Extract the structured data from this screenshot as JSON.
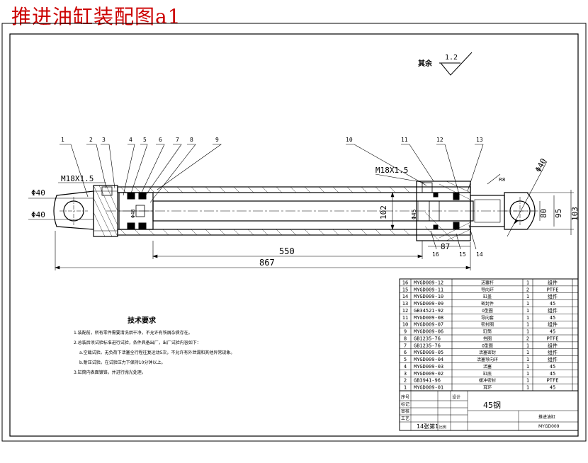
{
  "title": "推进油缸装配图a1",
  "title_color": "#cc0000",
  "roughness": {
    "label": "其余",
    "value": "1.2"
  },
  "dimensions": {
    "thread_left": "M18X1.5",
    "thread_right": "M18X1.5",
    "dia_40_upper": "Φ40",
    "dia_40_lower": "Φ40",
    "dia_40_right": "Φ40",
    "rod_dia": "Φ45",
    "piston_dia": "Φ48",
    "bore_102": "102",
    "len_550": "550",
    "len_867": "867",
    "len_87": "87",
    "h_80": "80",
    "h_95": "95",
    "h_103": "103",
    "r_label": "R8"
  },
  "callouts_top": [
    "1",
    "2",
    "3",
    "4",
    "5",
    "6",
    "7",
    "8",
    "9",
    "10",
    "11",
    "12",
    "13"
  ],
  "callouts_bottom": [
    "16",
    "15",
    "14"
  ],
  "tech_requirements": {
    "heading": "技术要求",
    "items": [
      "1.装配前，所有零件需要清洗烘干净，不允许有铁屑杂质存在。",
      "2.总装后须试验标准进行试验，条件具备出厂，出厂试验内容如下：",
      "a.空载试验。无负荷下活塞全行程往复运动5次，不允许有外泄漏和其他异常现象。",
      "b.耐压试验。在试验压力下保持10分钟以上。",
      "3.缸筒内表面镀铬，并进行抛光处理。"
    ]
  },
  "parts_list": [
    {
      "no": "16",
      "code": "MYGD009-12",
      "name": "活塞杆",
      "qty": "1",
      "material": "组件"
    },
    {
      "no": "15",
      "code": "MYGD009-11",
      "name": "导向环",
      "qty": "2",
      "material": "PTFE"
    },
    {
      "no": "14",
      "code": "MYGD009-10",
      "name": "缸盖",
      "qty": "1",
      "material": "组件"
    },
    {
      "no": "13",
      "code": "MYGD009-09",
      "name": "密封件",
      "qty": "1",
      "material": "45"
    },
    {
      "no": "12",
      "code": "GB34521-92",
      "name": "O型圈",
      "qty": "1",
      "material": "组件"
    },
    {
      "no": "11",
      "code": "MYGD009-08",
      "name": "导向套",
      "qty": "1",
      "material": "45"
    },
    {
      "no": "10",
      "code": "MYGD009-07",
      "name": "密封圈",
      "qty": "1",
      "material": "组件"
    },
    {
      "no": "9",
      "code": "MYGD009-06",
      "name": "缸筒",
      "qty": "1",
      "material": "45"
    },
    {
      "no": "8",
      "code": "GB1235-76",
      "name": "挡圈",
      "qty": "2",
      "material": "PTFE"
    },
    {
      "no": "7",
      "code": "GB1235-76",
      "name": "O型圈",
      "qty": "1",
      "material": "组件"
    },
    {
      "no": "6",
      "code": "MYGD009-05",
      "name": "活塞密封",
      "qty": "1",
      "material": "组件"
    },
    {
      "no": "5",
      "code": "MYGD009-04",
      "name": "活塞导向环",
      "qty": "1",
      "material": "组件"
    },
    {
      "no": "4",
      "code": "MYGD009-03",
      "name": "活塞",
      "qty": "1",
      "material": "45"
    },
    {
      "no": "3",
      "code": "MYGD009-02",
      "name": "缸底",
      "qty": "1",
      "material": "45"
    },
    {
      "no": "2",
      "code": "GB3941-96",
      "name": "缓冲密封",
      "qty": "1",
      "material": "PTFE"
    },
    {
      "no": "1",
      "code": "MYGD009-01",
      "name": "耳环",
      "qty": "1",
      "material": "45"
    }
  ],
  "title_block": {
    "header_label": "序号",
    "designer_col": "设计",
    "material": "45钢",
    "part_name": "推进油缸",
    "scale_label": "比例",
    "drawing_no": "14张第1",
    "footer_code": "MYGD009",
    "row_a": "标记",
    "row_b": "审核",
    "row_c": "工艺"
  }
}
